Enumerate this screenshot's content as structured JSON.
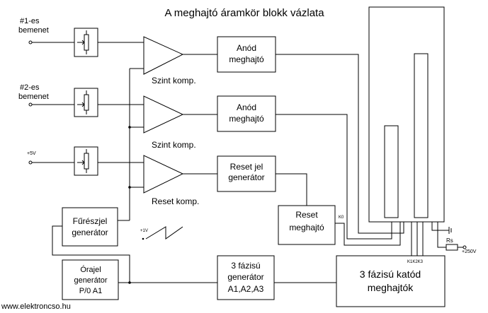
{
  "title": "A meghajtó áramkör blokk vázlata",
  "inputs": {
    "in1": "#1-es",
    "in1_sub": "bemenet",
    "in2": "#2-es",
    "in2_sub": "bemenet",
    "vplus": "+5V"
  },
  "comparators": {
    "c1": "Szint komp.",
    "c2": "Szint komp.",
    "c3": "Reset komp."
  },
  "blocks": {
    "anode1_l1": "Anód",
    "anode1_l2": "meghajtó",
    "anode2_l1": "Anód",
    "anode2_l2": "meghajtó",
    "resetgen_l1": "Reset jel",
    "resetgen_l2": "generátor",
    "saw_l1": "Fűrészjel",
    "saw_l2": "generátor",
    "resetdrv_l1": "Reset",
    "resetdrv_l2": "meghajtó",
    "clock_l1": "Órajel",
    "clock_l2": "generátor",
    "clock_l3": "P/0 A1",
    "phase3gen_l1": "3 fázisú",
    "phase3gen_l2": "generátor",
    "phase3gen_l3": "A1,A2,A3",
    "cathode_l1": "3 fázisú katód",
    "cathode_l2": "meghajtók"
  },
  "labels": {
    "saw_voltage": "+1V",
    "reset_pin": "K0",
    "cathode_pins": "K1K2K3",
    "rs": "Rs",
    "hv": "+250V"
  },
  "footer": "www.elektroncso.hu"
}
